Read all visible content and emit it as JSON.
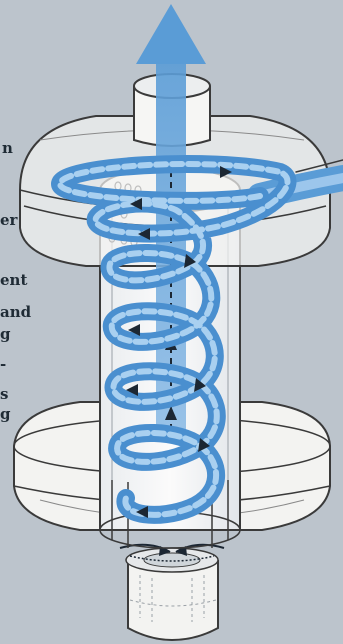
{
  "diagram": {
    "text_fragments": [
      {
        "id": "frag-n",
        "text": "n"
      },
      {
        "id": "frag-er",
        "text": "er"
      },
      {
        "id": "frag-ent",
        "text": "ent"
      },
      {
        "id": "frag-and",
        "text": "and"
      },
      {
        "id": "frag-g1",
        "text": "g"
      },
      {
        "id": "frag-dash",
        "text": "-"
      },
      {
        "id": "frag-s",
        "text": "s"
      },
      {
        "id": "frag-g2",
        "text": "g"
      }
    ],
    "colors": {
      "background": "#bcc4cc",
      "housing_fill": "#f3f3f1",
      "outline": "#3a3a3a",
      "airflow_blue": "#5a9cd6",
      "airflow_light": "#9cc6ec",
      "arrow_dark": "#1c2733"
    },
    "icons": [
      "up-arrow-outlet-icon",
      "spiral-airflow-icon",
      "flow-direction-arrow-icon"
    ]
  }
}
